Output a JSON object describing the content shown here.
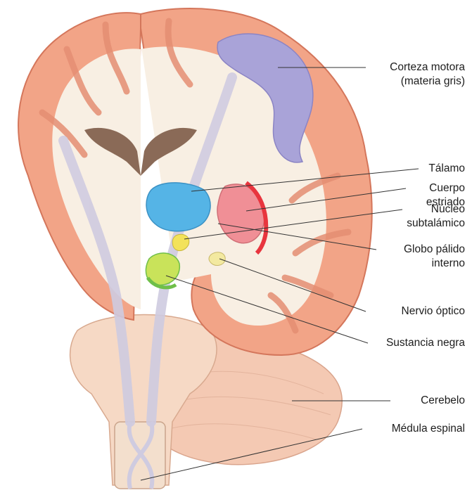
{
  "labels": {
    "motor_cortex": [
      "Corteza motora",
      "(materia gris)"
    ],
    "thalamus": [
      "Tálamo"
    ],
    "striatum": [
      "Cuerpo",
      "estriado"
    ],
    "subthalamic": [
      "Núcleo",
      "subtalámico"
    ],
    "globus_pallidus": [
      "Globo pálido",
      "interno"
    ],
    "optic_nerve": [
      "Nervio óptico"
    ],
    "substantia_nigra": [
      "Sustancia negra"
    ],
    "cerebellum": [
      "Cerebelo"
    ],
    "spinal_cord": [
      "Médula espinal"
    ]
  },
  "colors": {
    "cortex": "#f2a487",
    "cortex_dark": "#e07e63",
    "white_matter": "#f8efe3",
    "motor_cortex": "#a9a3d8",
    "thalamus": "#55b4e6",
    "striatum": "#f08f96",
    "striatum_red": "#e8353e",
    "subthalamic": "#f3e25a",
    "substantia_nigra": "#c9e35a",
    "substantia_nigra_dark": "#6fbf49",
    "ventricle": "#8a6a57",
    "tract": "#cfcbe0",
    "cerebellum": "#f4c9b3",
    "brainstem": "#f6d9c5"
  }
}
